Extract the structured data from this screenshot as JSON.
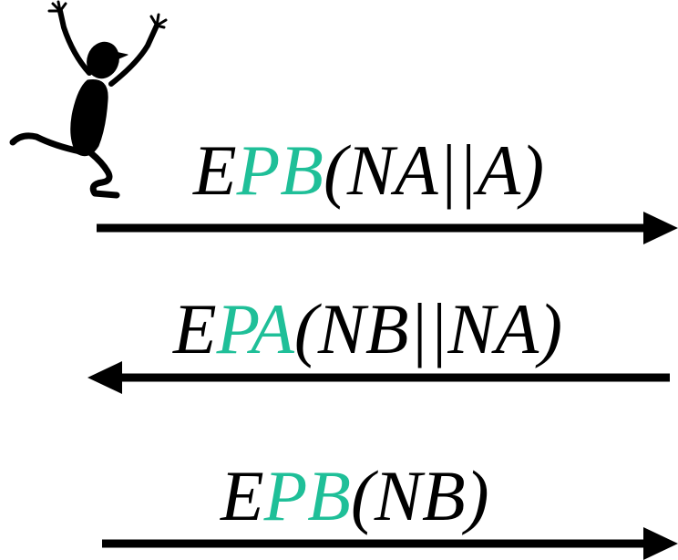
{
  "messages": [
    {
      "prefix": "E",
      "key": "PB",
      "payload": "(NA||A)",
      "direction": "right"
    },
    {
      "prefix": "E",
      "key": "PA",
      "payload": "(NB||NA)",
      "direction": "left"
    },
    {
      "prefix": "E",
      "key": "PB",
      "payload": "(NB)",
      "direction": "right"
    }
  ],
  "colors": {
    "key_text": "#1fbf98",
    "text": "#000000",
    "arrow": "#000000"
  },
  "icons": {
    "figure": "dancing-person-icon"
  }
}
